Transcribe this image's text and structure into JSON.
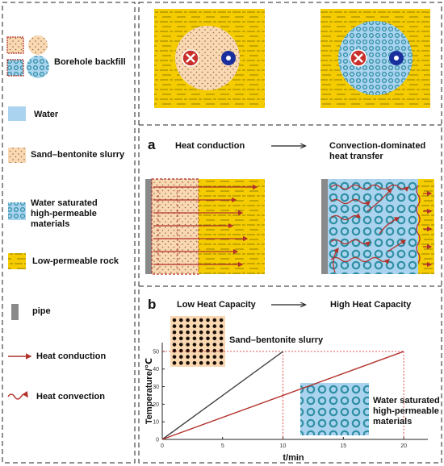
{
  "legend": {
    "borehole_backfill": "Borehole backfill",
    "water": "Water",
    "sand_bentonite": "Sand–bentonite slurry",
    "water_saturated": "Water saturated\nhigh-permeable\nmaterials",
    "low_perm_rock": "Low-permeable rock",
    "pipe": "pipe",
    "heat_conduction": "Heat conduction",
    "heat_convection": "Heat convection"
  },
  "panel_a": {
    "letter": "a",
    "left_title": "Heat conduction",
    "right_title": "Convection-dominated\nheat transfer"
  },
  "panel_b": {
    "letter": "b",
    "left_title": "Low Heat Capacity",
    "right_title": "High Heat Capacity",
    "sand_label": "Sand–bentonite slurry",
    "water_label": "Water saturated\nhigh-permeable\nmaterials"
  },
  "colors": {
    "rock": "#f5cc00",
    "sand": "#f9d8b2",
    "water": "#a9d3ef",
    "ring": "#2f8fa3",
    "arrow": "#b2322b",
    "pipe": "#8a8a8a",
    "grid": "#dd2222"
  },
  "chart_data": {
    "type": "line",
    "xlabel": "t/min",
    "ylabel": "Temperature/℃",
    "xlim": [
      0,
      22
    ],
    "ylim": [
      0,
      55
    ],
    "x_ticks": [
      0,
      5,
      10,
      15,
      20
    ],
    "y_ticks": [
      0,
      10,
      20,
      30,
      40,
      50
    ],
    "series": [
      {
        "name": "Sand–bentonite slurry",
        "color": "#444444",
        "x": [
          0,
          10
        ],
        "y": [
          0,
          50
        ]
      },
      {
        "name": "Water saturated high-permeable materials",
        "color": "#b2322b",
        "x": [
          0,
          20
        ],
        "y": [
          0,
          50
        ]
      }
    ],
    "reference_lines": {
      "y": 50,
      "x": [
        10,
        20
      ]
    }
  }
}
